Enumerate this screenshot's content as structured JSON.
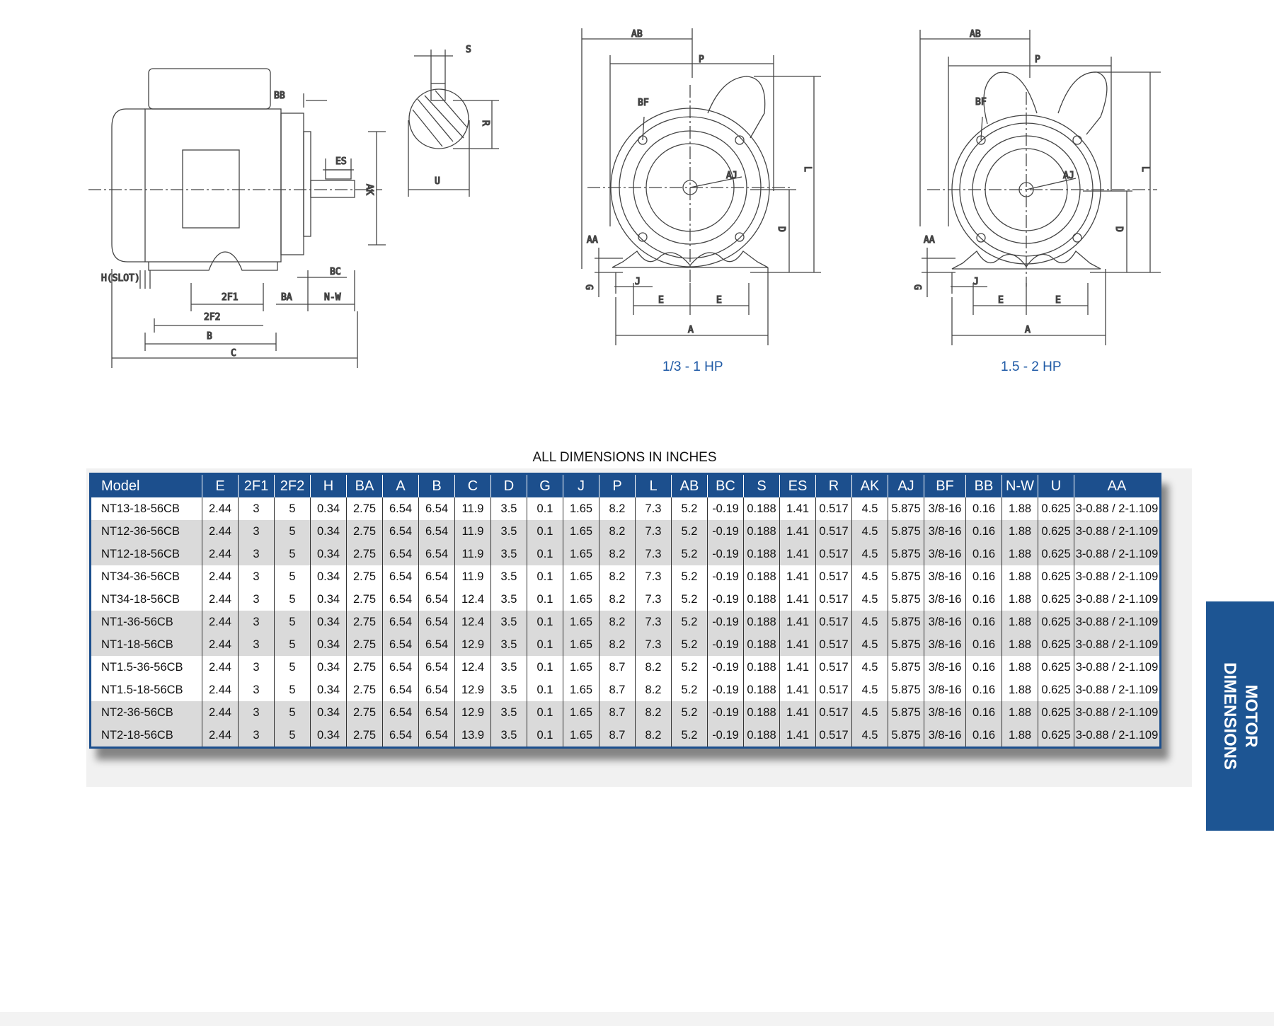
{
  "drawings": {
    "captions": [
      "1/3 - 1 HP",
      "1.5 - 2 HP"
    ],
    "side_view_labels": [
      "BB",
      "ES",
      "AK",
      "H(SLOT)",
      "2F1",
      "2F2",
      "B",
      "C",
      "BA",
      "BC",
      "N-W"
    ],
    "shaft_labels": [
      "S",
      "R",
      "U"
    ],
    "front_view_labels": [
      "AB",
      "P",
      "BF",
      "AJ",
      "L",
      "D",
      "AA",
      "G",
      "J",
      "E",
      "A"
    ]
  },
  "table": {
    "title": "ALL DIMENSIONS IN INCHES",
    "columns": [
      "Model",
      "E",
      "2F1",
      "2F2",
      "H",
      "BA",
      "A",
      "B",
      "C",
      "D",
      "G",
      "J",
      "P",
      "L",
      "AB",
      "BC",
      "S",
      "ES",
      "R",
      "AK",
      "AJ",
      "BF",
      "BB",
      "N-W",
      "U",
      "AA"
    ],
    "rows": [
      [
        "NT13-18-56CB",
        "2.44",
        "3",
        "5",
        "0.34",
        "2.75",
        "6.54",
        "6.54",
        "11.9",
        "3.5",
        "0.1",
        "1.65",
        "8.2",
        "7.3",
        "5.2",
        "-0.19",
        "0.188",
        "1.41",
        "0.517",
        "4.5",
        "5.875",
        "3/8-16",
        "0.16",
        "1.88",
        "0.625",
        "3-0.88 / 2-1.109"
      ],
      [
        "NT12-36-56CB",
        "2.44",
        "3",
        "5",
        "0.34",
        "2.75",
        "6.54",
        "6.54",
        "11.9",
        "3.5",
        "0.1",
        "1.65",
        "8.2",
        "7.3",
        "5.2",
        "-0.19",
        "0.188",
        "1.41",
        "0.517",
        "4.5",
        "5.875",
        "3/8-16",
        "0.16",
        "1.88",
        "0.625",
        "3-0.88 / 2-1.109"
      ],
      [
        "NT12-18-56CB",
        "2.44",
        "3",
        "5",
        "0.34",
        "2.75",
        "6.54",
        "6.54",
        "11.9",
        "3.5",
        "0.1",
        "1.65",
        "8.2",
        "7.3",
        "5.2",
        "-0.19",
        "0.188",
        "1.41",
        "0.517",
        "4.5",
        "5.875",
        "3/8-16",
        "0.16",
        "1.88",
        "0.625",
        "3-0.88 / 2-1.109"
      ],
      [
        "NT34-36-56CB",
        "2.44",
        "3",
        "5",
        "0.34",
        "2.75",
        "6.54",
        "6.54",
        "11.9",
        "3.5",
        "0.1",
        "1.65",
        "8.2",
        "7.3",
        "5.2",
        "-0.19",
        "0.188",
        "1.41",
        "0.517",
        "4.5",
        "5.875",
        "3/8-16",
        "0.16",
        "1.88",
        "0.625",
        "3-0.88 / 2-1.109"
      ],
      [
        "NT34-18-56CB",
        "2.44",
        "3",
        "5",
        "0.34",
        "2.75",
        "6.54",
        "6.54",
        "12.4",
        "3.5",
        "0.1",
        "1.65",
        "8.2",
        "7.3",
        "5.2",
        "-0.19",
        "0.188",
        "1.41",
        "0.517",
        "4.5",
        "5.875",
        "3/8-16",
        "0.16",
        "1.88",
        "0.625",
        "3-0.88 / 2-1.109"
      ],
      [
        "NT1-36-56CB",
        "2.44",
        "3",
        "5",
        "0.34",
        "2.75",
        "6.54",
        "6.54",
        "12.4",
        "3.5",
        "0.1",
        "1.65",
        "8.2",
        "7.3",
        "5.2",
        "-0.19",
        "0.188",
        "1.41",
        "0.517",
        "4.5",
        "5.875",
        "3/8-16",
        "0.16",
        "1.88",
        "0.625",
        "3-0.88 / 2-1.109"
      ],
      [
        "NT1-18-56CB",
        "2.44",
        "3",
        "5",
        "0.34",
        "2.75",
        "6.54",
        "6.54",
        "12.9",
        "3.5",
        "0.1",
        "1.65",
        "8.2",
        "7.3",
        "5.2",
        "-0.19",
        "0.188",
        "1.41",
        "0.517",
        "4.5",
        "5.875",
        "3/8-16",
        "0.16",
        "1.88",
        "0.625",
        "3-0.88 / 2-1.109"
      ],
      [
        "NT1.5-36-56CB",
        "2.44",
        "3",
        "5",
        "0.34",
        "2.75",
        "6.54",
        "6.54",
        "12.4",
        "3.5",
        "0.1",
        "1.65",
        "8.7",
        "8.2",
        "5.2",
        "-0.19",
        "0.188",
        "1.41",
        "0.517",
        "4.5",
        "5.875",
        "3/8-16",
        "0.16",
        "1.88",
        "0.625",
        "3-0.88 / 2-1.109"
      ],
      [
        "NT1.5-18-56CB",
        "2.44",
        "3",
        "5",
        "0.34",
        "2.75",
        "6.54",
        "6.54",
        "12.9",
        "3.5",
        "0.1",
        "1.65",
        "8.7",
        "8.2",
        "5.2",
        "-0.19",
        "0.188",
        "1.41",
        "0.517",
        "4.5",
        "5.875",
        "3/8-16",
        "0.16",
        "1.88",
        "0.625",
        "3-0.88 / 2-1.109"
      ],
      [
        "NT2-36-56CB",
        "2.44",
        "3",
        "5",
        "0.34",
        "2.75",
        "6.54",
        "6.54",
        "12.9",
        "3.5",
        "0.1",
        "1.65",
        "8.7",
        "8.2",
        "5.2",
        "-0.19",
        "0.188",
        "1.41",
        "0.517",
        "4.5",
        "5.875",
        "3/8-16",
        "0.16",
        "1.88",
        "0.625",
        "3-0.88 / 2-1.109"
      ],
      [
        "NT2-18-56CB",
        "2.44",
        "3",
        "5",
        "0.34",
        "2.75",
        "6.54",
        "6.54",
        "13.9",
        "3.5",
        "0.1",
        "1.65",
        "8.7",
        "8.2",
        "5.2",
        "-0.19",
        "0.188",
        "1.41",
        "0.517",
        "4.5",
        "5.875",
        "3/8-16",
        "0.16",
        "1.88",
        "0.625",
        "3-0.88 / 2-1.109"
      ]
    ],
    "shaded_rows": [
      1,
      2,
      5,
      6,
      9,
      10
    ]
  },
  "side_tab": {
    "line1": "MOTOR",
    "line2": "DIMENSIONS"
  },
  "colors": {
    "brand_blue": "#1c4f8d",
    "shade_gray": "#dadada"
  }
}
